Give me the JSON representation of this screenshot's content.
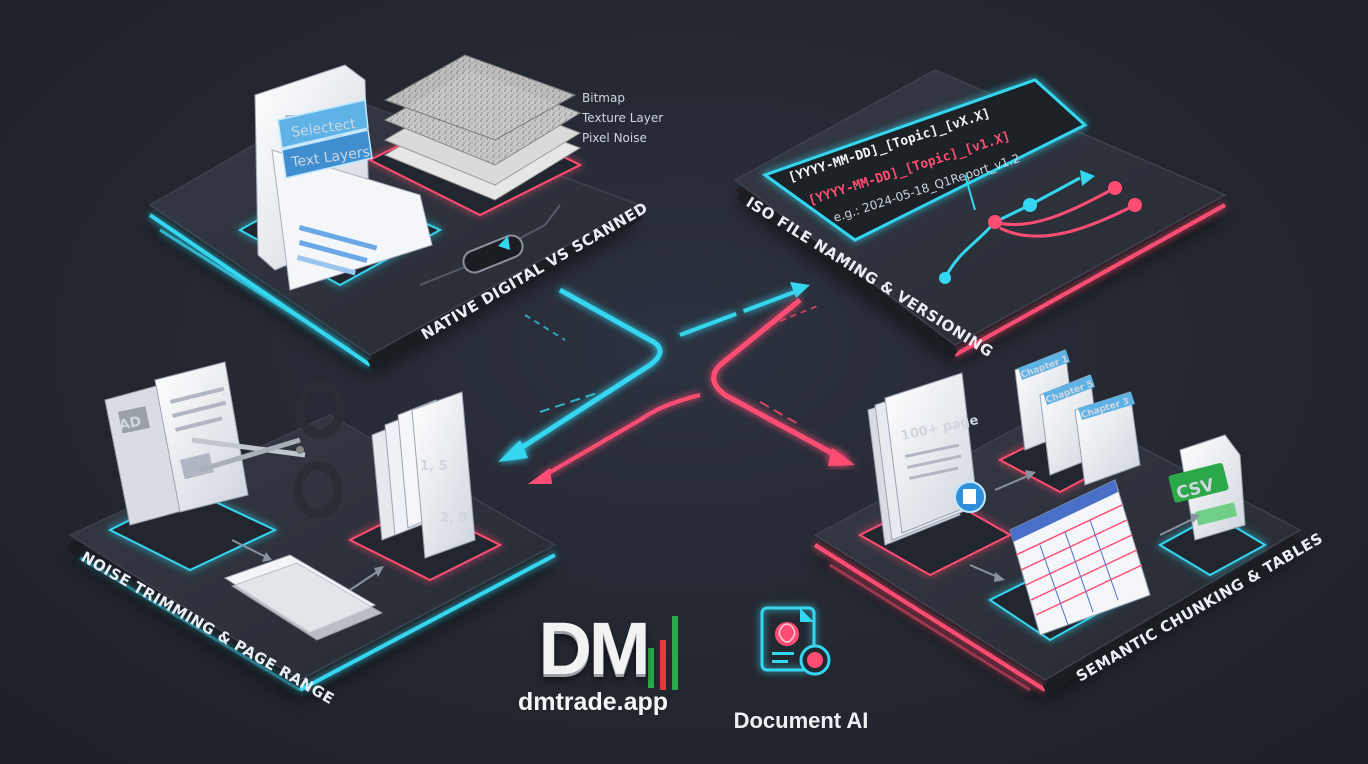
{
  "panels": {
    "native": {
      "label": "NATIVE DIGITAL VS SCANNED",
      "tags": [
        "Selectect",
        "Text Layers"
      ],
      "layers": [
        "Bitmap",
        "Texture Layer",
        "Pixel Noise"
      ]
    },
    "iso": {
      "label": "ISO FILE NAMING & VERSIONING",
      "code_lines": [
        "[YYYY-MM-DD]_[Topic]_[vX.X]",
        "[YYYY-MM-DD]_[Topic]_[v1.X]",
        "e.g.: 2024-05-18_Q1Report_v1.2"
      ]
    },
    "noise": {
      "label": "NOISE TRIMMING & PAGE RANGE",
      "ad_tag": "AD",
      "page_labels": [
        "1, 5",
        "2, 5"
      ]
    },
    "semantic": {
      "label": "SEMANTIC CHUNKING & TABLES",
      "doc_label": "100+ page",
      "chapters": [
        "Chapter 1",
        "Chapter 5",
        "Chapter 3"
      ],
      "csv_label": "CSV"
    }
  },
  "brand": {
    "logo_text": "DM",
    "url": "dmtrade.app",
    "product": "Document AI"
  },
  "colors": {
    "cyan": "#35d6f0",
    "pink": "#ff4d73",
    "panel": "#2b2f38",
    "background": "#23272f"
  },
  "icons": {
    "scissors": "scissors-icon",
    "brain_doc": "brain-document-icon",
    "toggle": "toggle-switch-icon"
  }
}
